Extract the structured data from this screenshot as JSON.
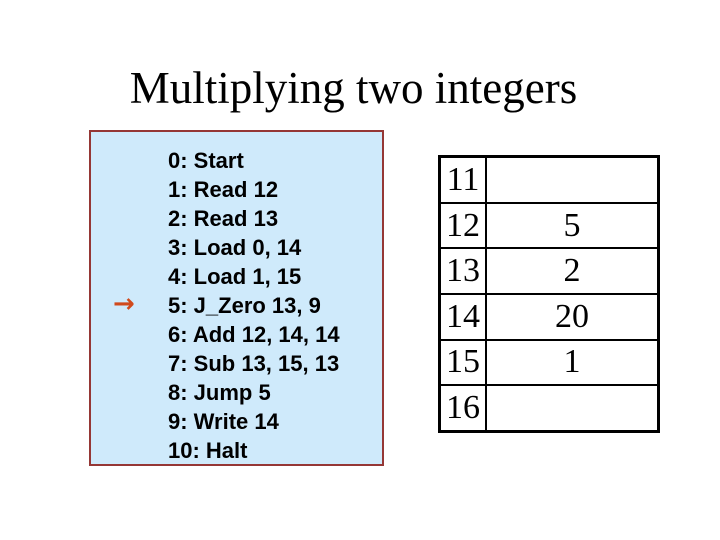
{
  "slide": {
    "title": "Multiplying two integers",
    "program": {
      "lines": [
        "0: Start",
        "1: Read 12",
        "2: Read 13",
        "3: Load 0, 14",
        "4: Load 1, 15",
        "5: J_Zero 13, 9",
        "6: Add 12, 14, 14",
        "7: Sub 13, 15, 13",
        "8: Jump 5",
        "9: Write 14",
        "10: Halt"
      ],
      "current_line_index": 5,
      "pointer_icon": "→"
    },
    "memory_table": {
      "rows": [
        {
          "address": "11",
          "value": ""
        },
        {
          "address": "12",
          "value": "5"
        },
        {
          "address": "13",
          "value": "2"
        },
        {
          "address": "14",
          "value": "20"
        },
        {
          "address": "15",
          "value": "1"
        },
        {
          "address": "16",
          "value": ""
        }
      ]
    },
    "colors": {
      "background": "#ffffff",
      "program_box_bg": "#cfeafb",
      "program_box_border": "#953735",
      "pointer_arrow": "#d04a1c",
      "table_border": "#000000",
      "text": "#000000"
    }
  }
}
